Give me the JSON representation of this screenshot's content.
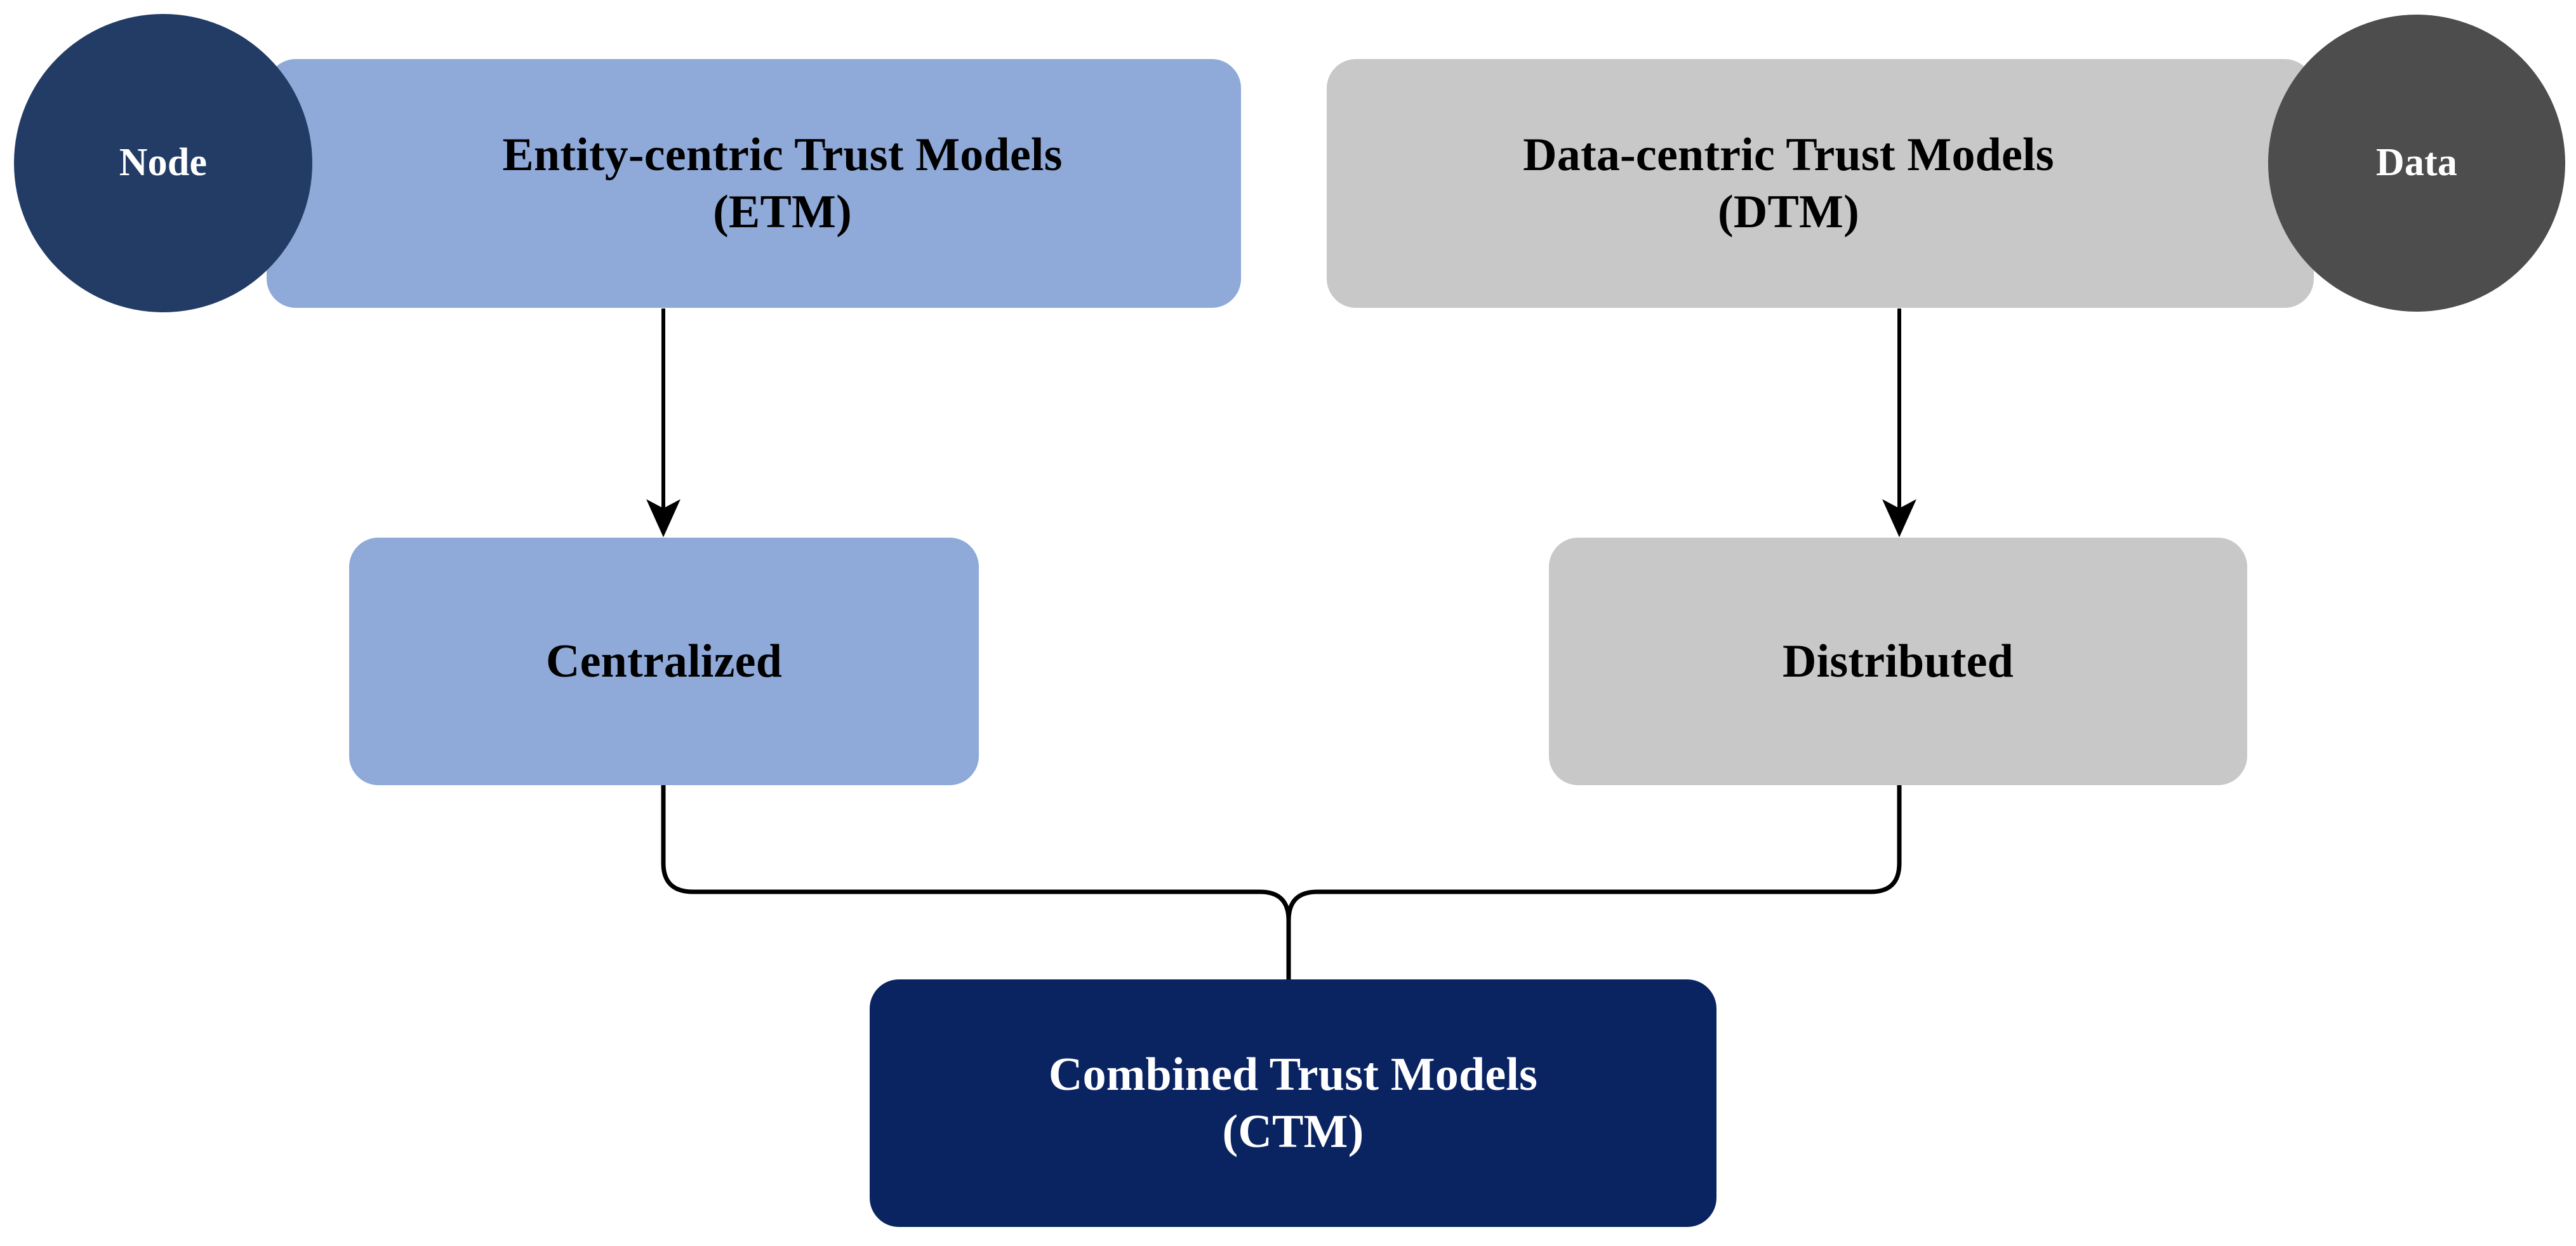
{
  "diagram": {
    "title": "Trust Models Taxonomy",
    "background": "#ffffff",
    "nodes": {
      "node_circle": {
        "label": "Node",
        "shape": "circle",
        "fill": "#223C66",
        "text_color": "#ffffff"
      },
      "entity_centric": {
        "label": "Entity-centric Trust Models\n(ETM)",
        "line1": "Entity-centric Trust Models",
        "line2": "(ETM)",
        "abbreviation": "ETM",
        "shape": "rounded-rect",
        "fill": "#8FAAD9",
        "text_color": "#000000"
      },
      "data_centric": {
        "label": "Data-centric Trust Models\n(DTM)",
        "line1": "Data-centric Trust Models",
        "line2": "(DTM)",
        "abbreviation": "DTM",
        "shape": "rounded-rect",
        "fill": "#C8C8C8",
        "text_color": "#000000"
      },
      "data_circle": {
        "label": "Data",
        "shape": "circle",
        "fill": "#4D4D4D",
        "text_color": "#ffffff"
      },
      "centralized": {
        "label": "Centralized",
        "shape": "rounded-rect",
        "fill": "#8FAAD9",
        "text_color": "#000000"
      },
      "distributed": {
        "label": "Distributed",
        "shape": "rounded-rect",
        "fill": "#C8C8C8",
        "text_color": "#000000"
      },
      "combined": {
        "label": "Combined Trust Models\n(CTM)",
        "line1": "Combined Trust Models",
        "line2": "(CTM)",
        "abbreviation": "CTM",
        "shape": "rounded-rect",
        "fill": "#0A2361",
        "text_color": "#ffffff"
      }
    },
    "edges": [
      {
        "from": "entity_centric",
        "to": "centralized",
        "style": "arrow",
        "color": "#000000"
      },
      {
        "from": "data_centric",
        "to": "distributed",
        "style": "arrow",
        "color": "#000000"
      },
      {
        "from": "centralized",
        "to": "combined",
        "style": "brace",
        "color": "#000000"
      },
      {
        "from": "distributed",
        "to": "combined",
        "style": "brace",
        "color": "#000000"
      }
    ]
  }
}
